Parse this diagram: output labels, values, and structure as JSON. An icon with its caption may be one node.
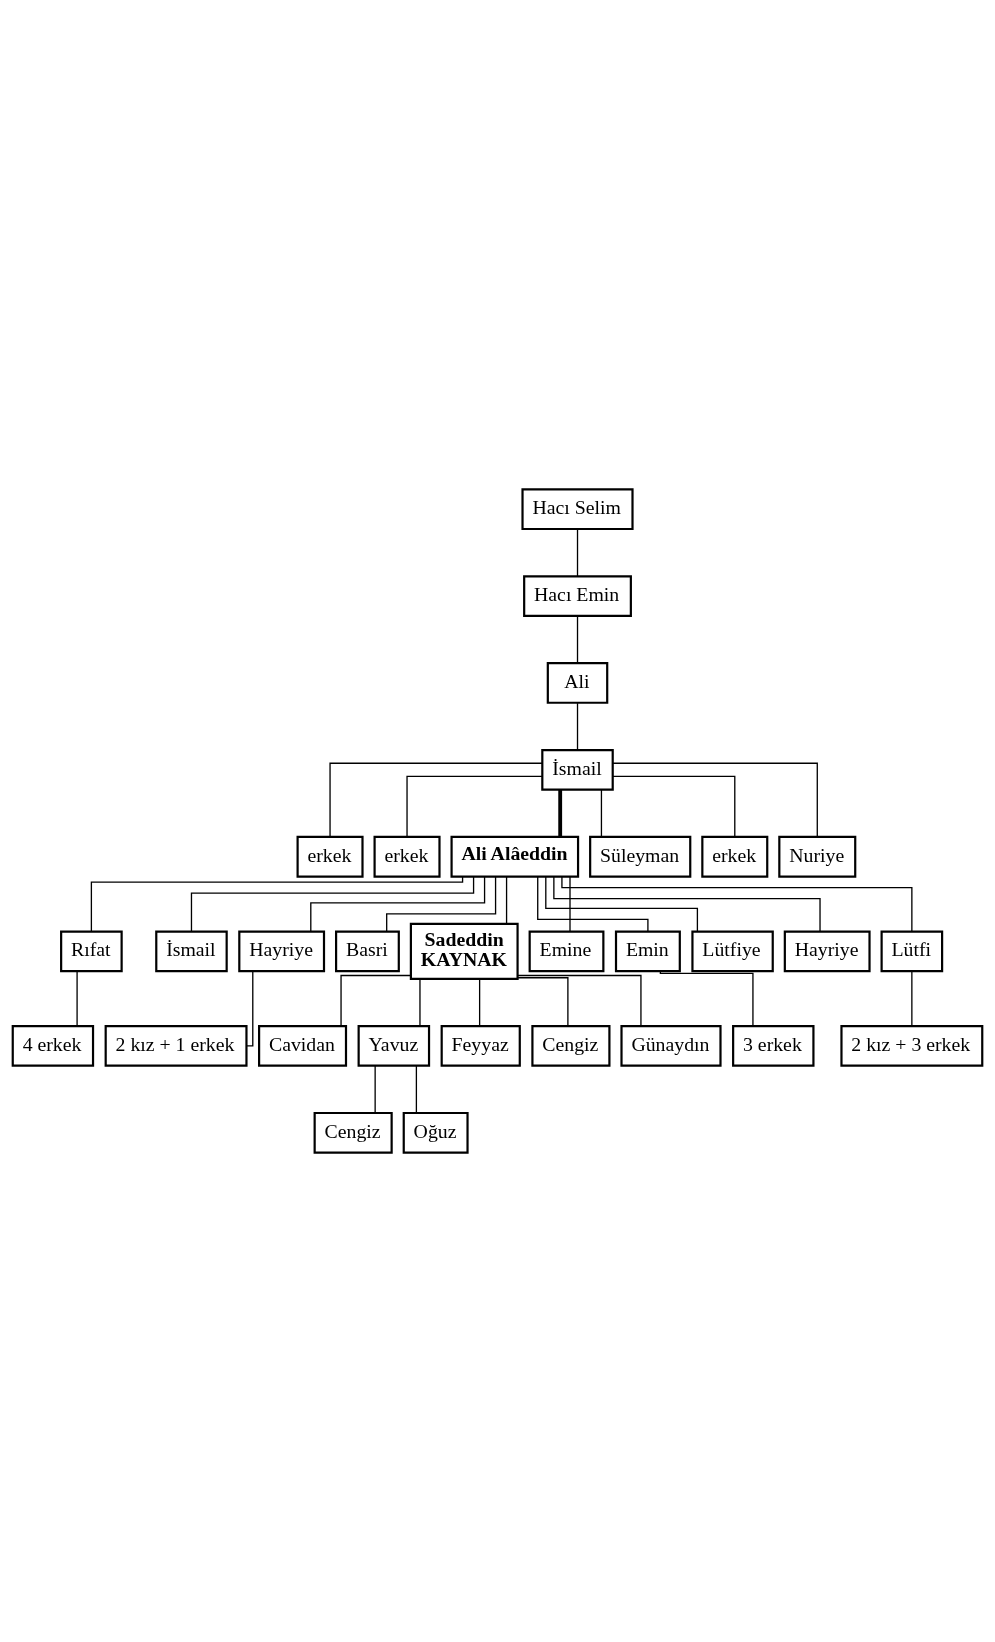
{
  "diagram": {
    "nodes": [
      {
        "text": [
          "Hacı Selim"
        ]
      },
      {
        "text": [
          "Hacı Emin"
        ]
      },
      {
        "text": [
          "Ali"
        ]
      },
      {
        "text": [
          "İsmail"
        ]
      },
      {
        "text": [
          "erkek"
        ]
      },
      {
        "text": [
          "erkek"
        ]
      },
      {
        "text": [
          "Ali Alâeddin"
        ]
      },
      {
        "text": [
          "Süleyman"
        ]
      },
      {
        "text": [
          "erkek"
        ]
      },
      {
        "text": [
          "Nuriye"
        ]
      },
      {
        "text": [
          "Rıfat"
        ]
      },
      {
        "text": [
          "İsmail"
        ]
      },
      {
        "text": [
          "Hayriye"
        ]
      },
      {
        "text": [
          "Basri"
        ]
      },
      {
        "text": [
          "Sadeddin KAYNAK"
        ]
      },
      {
        "text": [
          "Emine"
        ]
      },
      {
        "text": [
          "Emin"
        ]
      },
      {
        "text": [
          "Lütfiye"
        ]
      },
      {
        "text": [
          "Hayriye"
        ]
      },
      {
        "text": [
          "Lütfi"
        ]
      },
      {
        "text": [
          "4 erkek"
        ]
      },
      {
        "text": [
          "2 kız + 1 erkek"
        ]
      },
      {
        "text": [
          "3 erkek"
        ]
      },
      {
        "text": [
          "2 kız + 3 erkek"
        ]
      },
      {
        "text": [
          "Cavidan"
        ]
      },
      {
        "text": [
          "Yavuz"
        ]
      },
      {
        "text": [
          "Feyyaz"
        ]
      },
      {
        "text": [
          "Cengiz"
        ]
      },
      {
        "text": [
          "Günaydın"
        ]
      },
      {
        "text": [
          "Cengiz"
        ]
      },
      {
        "text": [
          "Oğuz"
        ]
      }
    ],
    "edges": [
      {
        "from": 0,
        "to": 1,
        "arrow": "none"
      },
      {
        "from": 1,
        "to": 2,
        "arrow": "none"
      },
      {
        "from": 2,
        "to": 3,
        "arrow": "none"
      },
      {
        "from": 3,
        "to": 4,
        "arrow": "none"
      },
      {
        "from": 3,
        "to": 5,
        "arrow": "none"
      },
      {
        "from": 3,
        "to": 6,
        "arrow": "none",
        "style": "thick"
      },
      {
        "from": 3,
        "to": 7,
        "arrow": "none"
      },
      {
        "from": 3,
        "to": 8,
        "arrow": "none"
      },
      {
        "from": 3,
        "to": 9,
        "arrow": "none"
      },
      {
        "from": 6,
        "to": 10,
        "arrow": "none"
      },
      {
        "from": 6,
        "to": 11,
        "arrow": "none"
      },
      {
        "from": 6,
        "to": 12,
        "arrow": "none"
      },
      {
        "from": 6,
        "to": 13,
        "arrow": "none"
      },
      {
        "from": 6,
        "to": 14,
        "arrow": "none"
      },
      {
        "from": 6,
        "to": 15,
        "arrow": "none"
      },
      {
        "from": 6,
        "to": 16,
        "arrow": "none"
      },
      {
        "from": 6,
        "to": 17,
        "arrow": "none"
      },
      {
        "from": 6,
        "to": 18,
        "arrow": "none"
      },
      {
        "from": 6,
        "to": 19,
        "arrow": "none"
      },
      {
        "from": 10,
        "to": 20,
        "arrow": "none"
      },
      {
        "from": 12,
        "to": 21,
        "arrow": "none"
      },
      {
        "from": 16,
        "to": 22,
        "arrow": "none"
      },
      {
        "from": 19,
        "to": 23,
        "arrow": "none"
      },
      {
        "from": 14,
        "to": 24,
        "arrow": "none"
      },
      {
        "from": 14,
        "to": 25,
        "arrow": "none"
      },
      {
        "from": 14,
        "to": 26,
        "arrow": "none"
      },
      {
        "from": 14,
        "to": 27,
        "arrow": "none"
      },
      {
        "from": 14,
        "to": 28,
        "arrow": "none"
      },
      {
        "from": 25,
        "to": 29,
        "arrow": "none"
      },
      {
        "from": 25,
        "to": 30,
        "arrow": "none"
      }
    ]
  }
}
